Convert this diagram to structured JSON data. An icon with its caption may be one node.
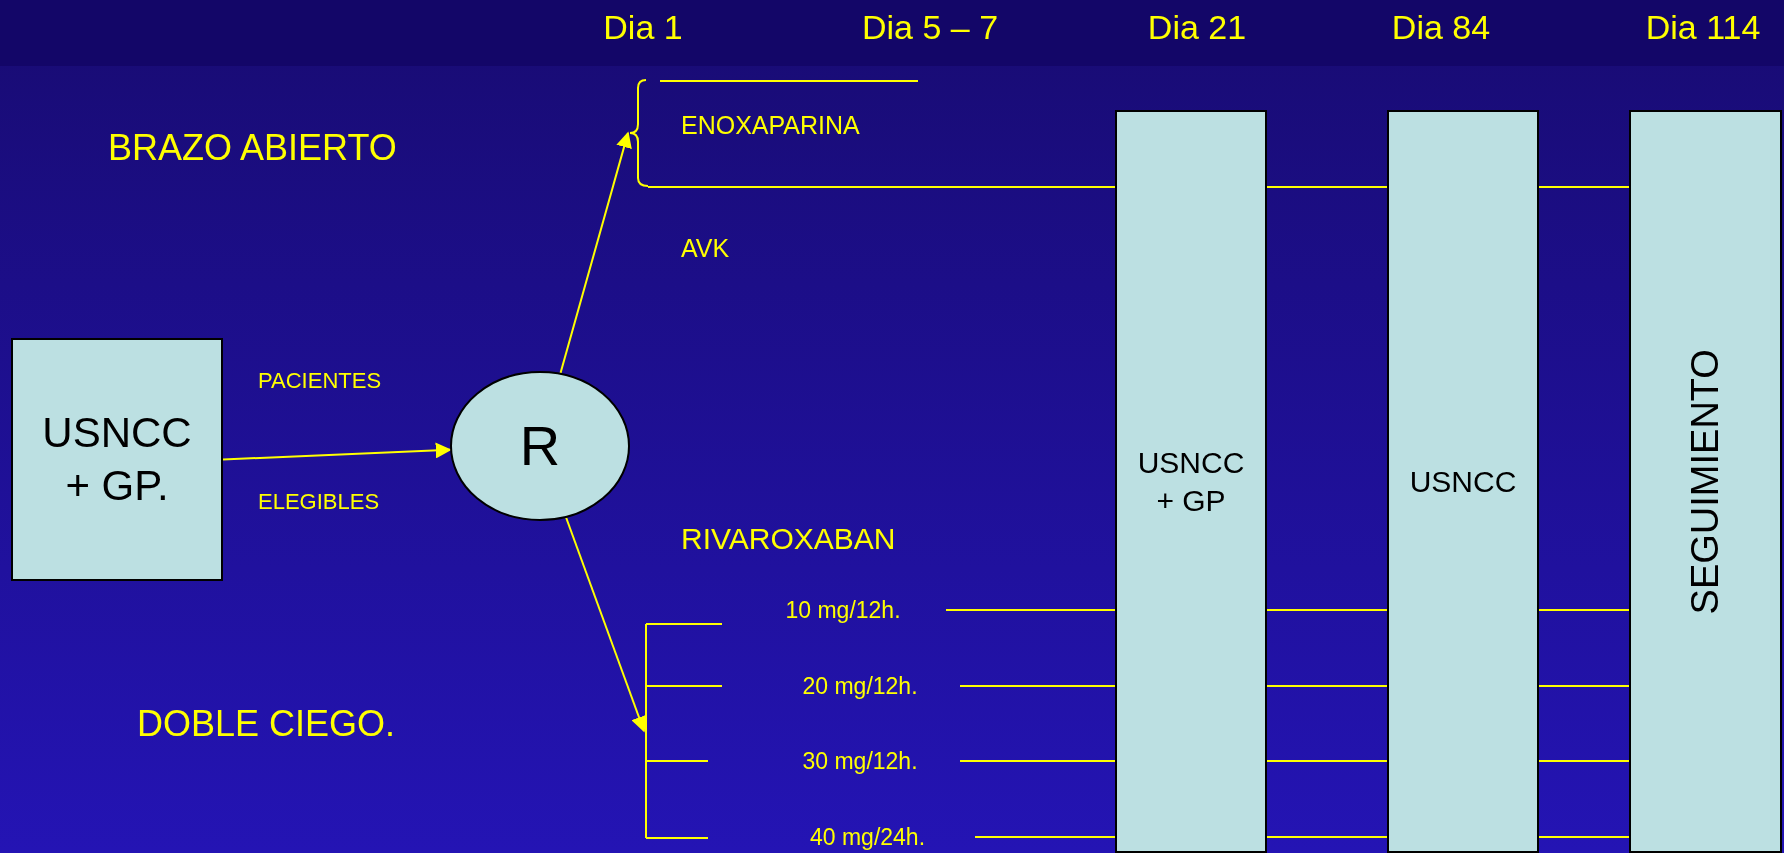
{
  "diagram": {
    "nodes": [
      {
        "text": [
          "USNCC + GP."
        ]
      },
      {
        "text": [
          "R"
        ]
      },
      {
        "text": [],
        "shape": "brace"
      },
      {
        "text": [],
        "shape": "bar"
      },
      {
        "text": [
          "10 mg/12h."
        ]
      },
      {
        "text": [
          "20 mg/12h."
        ]
      },
      {
        "text": [
          "30 mg/12h."
        ]
      },
      {
        "text": [
          "40 mg/24h."
        ]
      },
      {
        "text": [
          "USNCC + GP"
        ]
      },
      {
        "text": [
          "USNCC"
        ]
      },
      {
        "text": [
          "SEGUIMIENTO"
        ]
      }
    ],
    "edges": [
      {
        "from": 0,
        "to": 1,
        "arrow": "to"
      },
      {
        "from": 1,
        "to": 2,
        "arrow": "to"
      },
      {
        "from": 1,
        "to": 3,
        "arrow": "to"
      },
      {
        "from": 2,
        "to": 8,
        "arrow": "none"
      },
      {
        "from": 8,
        "to": 9,
        "arrow": "none"
      },
      {
        "from": 9,
        "to": 10,
        "arrow": "none"
      },
      {
        "from": 4,
        "to": 8,
        "arrow": "none"
      },
      {
        "from": 5,
        "to": 8,
        "arrow": "none"
      },
      {
        "from": 6,
        "to": 8,
        "arrow": "none"
      },
      {
        "from": 7,
        "to": 8,
        "arrow": "none"
      },
      {
        "from": 8,
        "to": 9,
        "arrow": "none"
      },
      {
        "from": 8,
        "to": 9,
        "arrow": "none"
      },
      {
        "from": 8,
        "to": 9,
        "arrow": "none"
      },
      {
        "from": 8,
        "to": 9,
        "arrow": "none"
      },
      {
        "from": 9,
        "to": 10,
        "arrow": "none"
      },
      {
        "from": 9,
        "to": 10,
        "arrow": "none"
      },
      {
        "from": 9,
        "to": 10,
        "arrow": "none"
      },
      {
        "from": 9,
        "to": 10,
        "arrow": "none"
      }
    ],
    "labels": [
      "Dia 1",
      "Dia 5 – 7",
      "Dia 21",
      "Dia 84",
      "Dia 114",
      "BRAZO ABIERTO",
      "ENOXAPARINA",
      "AVK",
      "PACIENTES",
      "ELEGIBLES",
      "RIVAROXABAN",
      "DOBLE CIEGO."
    ]
  }
}
